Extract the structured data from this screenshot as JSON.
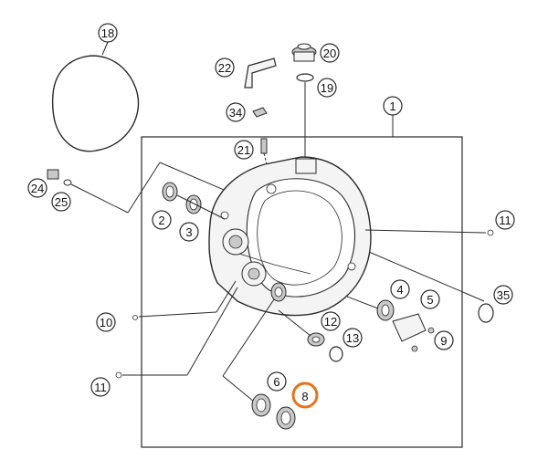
{
  "colors": {
    "line": "#2a2a2a",
    "part_fill": "#f4f4f4",
    "part_shade": "#c9c9c9",
    "highlight": "#e8731a"
  },
  "callouts": {
    "c1": "1",
    "c2": "2",
    "c3": "3",
    "c4": "4",
    "c5": "5",
    "c6": "6",
    "c8": "8",
    "c9": "9",
    "c10": "10",
    "c11a": "11",
    "c11b": "11",
    "c12": "12",
    "c13": "13",
    "c18": "18",
    "c19": "19",
    "c20": "20",
    "c21": "21",
    "c22": "22",
    "c24": "24",
    "c25": "25",
    "c34": "34",
    "c35": "35"
  },
  "highlighted_callout": "8"
}
